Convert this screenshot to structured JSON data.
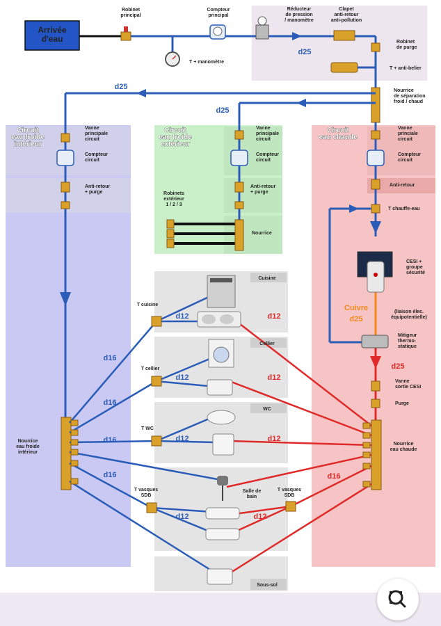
{
  "labels": {
    "arrivee": "Arrivée\nd'eau",
    "robinet_principal": "Robinet\nprincipal",
    "compteur_principal": "Compteur\nprincipal",
    "reducteur": "Réducteur\nde pression\n/ manomètre",
    "clapet": "Clapet\nanti-retour\nanti-pollution",
    "t_manometre": "T + manomètre",
    "robinet_purge": "Robinet\nde purge",
    "t_anti_belier": "T + anti-belier",
    "nourrice_separation": "Nourrice\nde séparation\nfroid / chaud",
    "circuit_froid_int": "Circuit\neau froide\nintérieur",
    "circuit_froid_ext": "Circuit\neau froide\nextérieur",
    "circuit_chaud": "Circuit\neau chaude",
    "vanne_principale_1": "Vanne\nprincipale\ncircuit",
    "vanne_principale_2": "Vanne\nprincipale\ncircuit",
    "vanne_principale_3": "Vanne\nprinciale\ncircuit",
    "compteur_circuit_1": "Compteur\ncircuit",
    "compteur_circuit_2": "Compteur\ncircuit",
    "compteur_circuit_3": "Compteur\ncircuit",
    "anti_retour_purge_1": "Anti-retour\n+ purge",
    "anti_retour_purge_2": "Anti-retour\n+ purge",
    "anti_retour_3": "Anti-retour",
    "robinets_exterieur": "Robinets\nextérieur\n1 / 2 / 3",
    "nourrice_ext": "Nourrice",
    "t_chauffe_eau": "T chauffe-eau",
    "cesi": "CESI +\ngroupe\nsécurité",
    "liaison": "(liaison élec.\néquipotentielle)",
    "cuivre": "Cuivre",
    "mitigeur": "Mitigeur\nthermo-\nstatique",
    "vanne_sortie": "Vanne\nsortie CESI",
    "purge": "Purge",
    "nourrice_froide_int": "Nourrice\neau froide\nintérieur",
    "nourrice_chaude": "Nourrice\neau chaude",
    "cuisine": "Cuisine",
    "cellier": "Cellier",
    "wc": "WC",
    "salle_de_bain": "Salle de\nbain",
    "sous_sol": "Sous-sol",
    "t_cuisine": "T cuisine",
    "t_cellier": "T cellier",
    "t_wc": "T WC",
    "t_vasques_l": "T vasques\nSDB",
    "t_vasques_r": "T vasques\nSDB"
  },
  "dims": {
    "d25_a": "d25",
    "d25_b": "d25",
    "d25_c": "d25",
    "d25_cuivre": "d25",
    "d25_red": "d25",
    "d16_1": "d16",
    "d16_2": "d16",
    "d16_3": "d16",
    "d16_4": "d16",
    "d16_red": "d16",
    "d12_b1": "d12",
    "d12_b2": "d12",
    "d12_b3": "d12",
    "d12_b4": "d12",
    "d12_r1": "d12",
    "d12_r2": "d12",
    "d12_r3": "d12",
    "d12_r4": "d12"
  },
  "colors": {
    "cold": "#2b5db8",
    "hot": "#e02a2a",
    "copper": "#f08a1c",
    "zone_cold_int": "#c9c9f3",
    "zone_cold_ext": "#c9f0c9",
    "zone_hot": "#f6c4c4",
    "zone_top": "#eee6ee",
    "zone_room": "#e4e4e4",
    "zone_sub": "#d3d3e6",
    "arrivee_box": "#2355c6",
    "d25_text": "#2b5db8",
    "liaison_text": "#34c134"
  },
  "icons": {
    "search": "search-icon"
  }
}
